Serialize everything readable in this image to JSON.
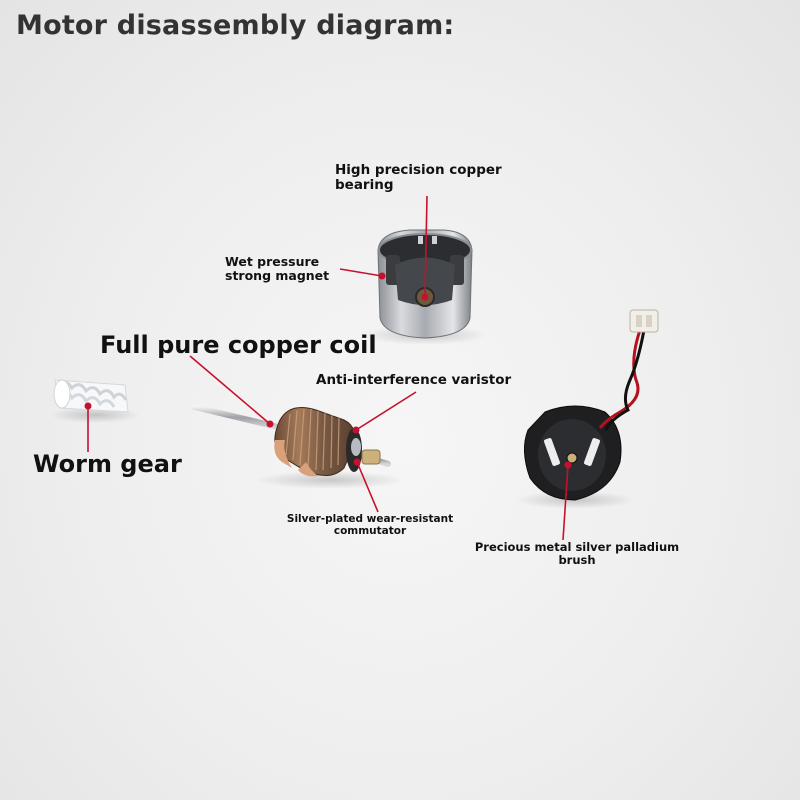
{
  "title": "Motor disassembly diagram:",
  "labels": {
    "bearing": "High precision copper\nbearing",
    "magnet": "Wet pressure\nstrong magnet",
    "coil": "Full pure copper coil",
    "varistor": "Anti-interference varistor",
    "worm_gear": "Worm gear",
    "commutator": "Silver-plated wear-resistant\ncommutator",
    "brush": "Precious metal silver palladium\nbrush"
  },
  "colors": {
    "leader_line": "#c8102e",
    "title_text": "#333333",
    "label_text": "#111111"
  }
}
